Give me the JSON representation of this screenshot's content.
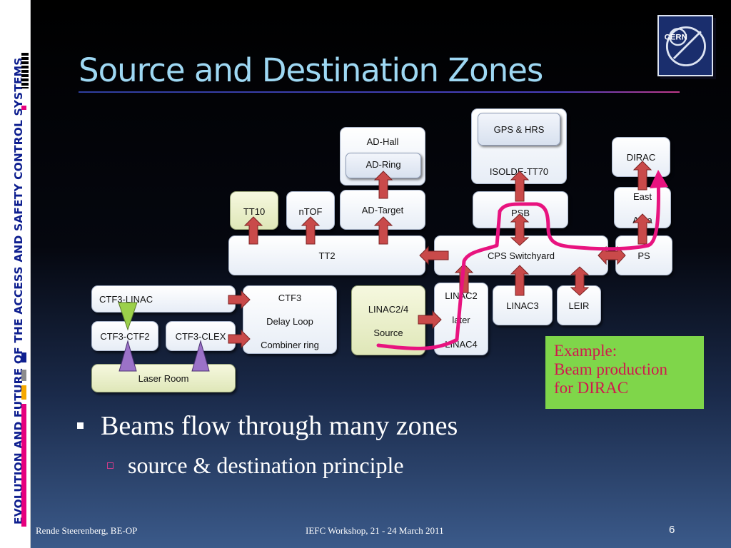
{
  "sidebar": {
    "text": "EVOLUTION AND FUTURE OF THE ACCESS AND SAFETY CONTROL SYSTEMS",
    "deco_colors": [
      "#e6007e",
      "#0e1f8f",
      "#8c8c8c",
      "#f6a800"
    ]
  },
  "title": "Source and Destination Zones",
  "logo": {
    "icon": "cern-logo-icon",
    "text": "CERN",
    "color": "#1a2e6d"
  },
  "zones": {
    "gps_hrs": "GPS & HRS",
    "isolde": "ISOLDE-TT70",
    "ad_hall": "AD-Hall",
    "ad_ring": "AD-Ring",
    "dirac": "DIRAC",
    "east_area_1": "East",
    "east_area_2": "Area",
    "tt10": "TT10",
    "ntof": "nTOF",
    "ad_target": "AD-Target",
    "psb": "PSB",
    "tt2": "TT2",
    "cps": "CPS Switchyard",
    "ps": "PS",
    "ctf3_linac": "CTF3-LINAC",
    "ctf3_ctf2": "CTF3-CTF2",
    "ctf3_clex": "CTF3-CLEX",
    "laser_room": "Laser Room",
    "ctf3_1": "CTF3",
    "ctf3_2": "Delay Loop",
    "ctf3_3": "Combiner ring",
    "linac24_1": "LINAC2/4",
    "linac24_2": "Source",
    "linac2_1": "LINAC2",
    "linac2_2": "later",
    "linac2_3": "LINAC4",
    "linac3": "LINAC3",
    "leir": "LEIR"
  },
  "colors": {
    "arrow": "#c94a4a",
    "beam_path": "#e8137f",
    "triangle": "#9b72c8",
    "triangle_green": "#9bd04a"
  },
  "example": {
    "line1": "Example:",
    "line2": "Beam production",
    "line3": "for DIRAC",
    "bg": "#7fd64a",
    "fg": "#d0184e"
  },
  "bullet": "Beams flow through many zones",
  "sub_bullet": "source & destination principle",
  "footer": {
    "author": "Rende Steerenberg, BE-OP",
    "event": "IEFC Workshop, 21 - 24 March 2011",
    "page": "6"
  }
}
